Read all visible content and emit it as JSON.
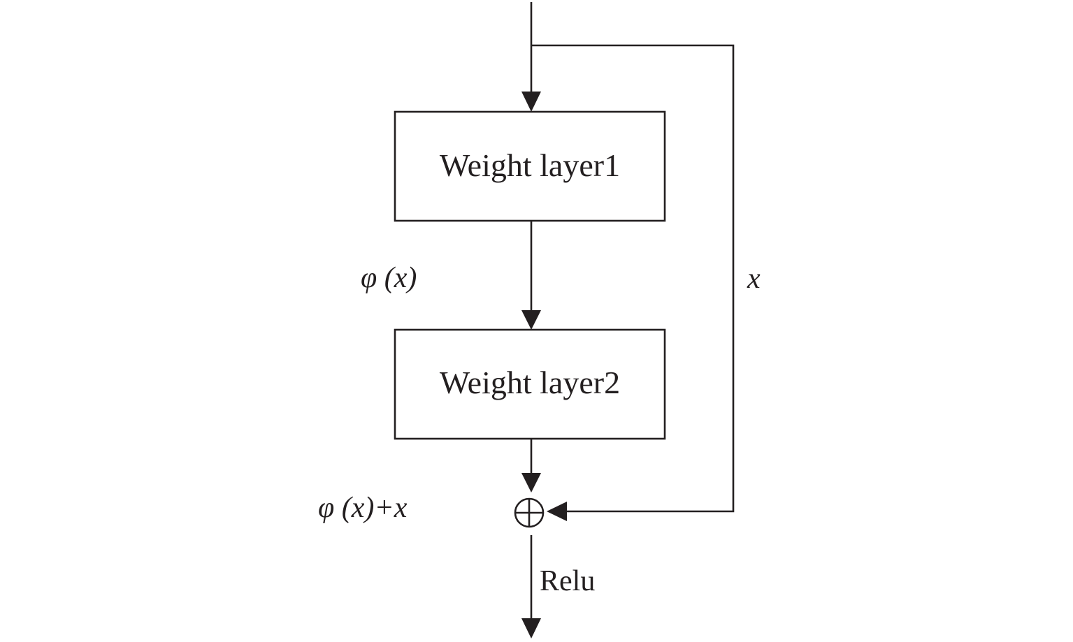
{
  "diagram": {
    "blocks": [
      {
        "id": "weight-layer-1",
        "label": "Weight layer1"
      },
      {
        "id": "weight-layer-2",
        "label": "Weight layer2"
      }
    ],
    "labels": {
      "phi_x": "φ (x)",
      "skip_x": "x",
      "sum": "φ (x)+x",
      "activation": "Relu"
    },
    "adder_symbol": "⊕",
    "colors": {
      "stroke": "#231f20",
      "background": "#ffffff"
    }
  }
}
